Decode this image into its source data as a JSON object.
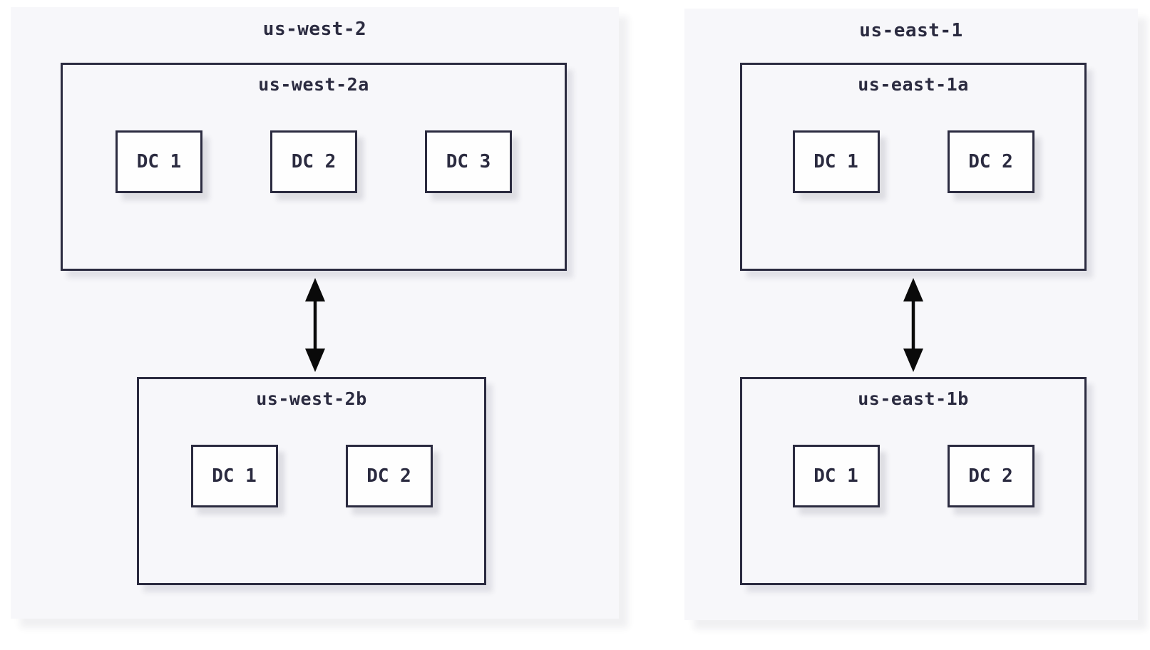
{
  "diagram": {
    "title": "",
    "regions": [
      {
        "name": "us-west-2",
        "zones": [
          {
            "name": "us-west-2a",
            "datacenters": [
              "DC 1",
              "DC 2",
              "DC 3"
            ]
          },
          {
            "name": "us-west-2b",
            "datacenters": [
              "DC 1",
              "DC 2"
            ]
          }
        ],
        "arrow": {
          "type": "bidirectional-vertical",
          "between": [
            "us-west-2a",
            "us-west-2b"
          ]
        }
      },
      {
        "name": "us-east-1",
        "zones": [
          {
            "name": "us-east-1a",
            "datacenters": [
              "DC 1",
              "DC 2"
            ]
          },
          {
            "name": "us-east-1b",
            "datacenters": [
              "DC 1",
              "DC 2"
            ]
          }
        ],
        "arrow": {
          "type": "bidirectional-vertical",
          "between": [
            "us-east-1a",
            "us-east-1b"
          ]
        }
      }
    ],
    "colors": {
      "page_background": "#ffffff",
      "panel_background": "#f7f7fa",
      "zone_background": "#f7f7fa",
      "dc_background": "#fefefe",
      "border": "#2b2b40",
      "text": "#2b2b40",
      "arrow": "#0a0a0a"
    }
  }
}
